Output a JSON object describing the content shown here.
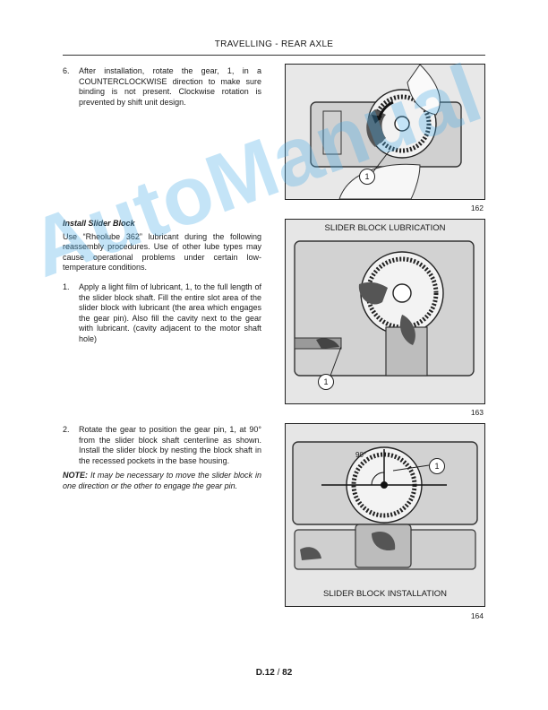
{
  "header": {
    "title": "TRAVELLING - REAR AXLE"
  },
  "step6": {
    "number": "6.",
    "text": "After installation, rotate the gear, 1, in a COUNTERCLOCKWISE direction to make sure binding is not present. Clockwise rotation is prevented by shift unit design."
  },
  "section": {
    "heading": "Install Slider Block",
    "intro": "Use “Rheolube 362” lubricant during the following reassembly procedures. Use of other lube types may cause operational problems under certain low-temperature conditions."
  },
  "step1": {
    "number": "1.",
    "text": "Apply a light film of lubricant, 1, to the full length of the slider block shaft. Fill the entire slot area of the slider block with lubricant (the area which engages the gear pin). Also fill the cavity next to the gear with lubricant. (cavity adjacent to the motor shaft hole)"
  },
  "step2": {
    "number": "2.",
    "text": "Rotate the gear to position the gear pin, 1, at 90° from the slider block shaft centerline as shown. Install the slider block by nesting the block shaft in the recessed pockets in the base housing."
  },
  "note": {
    "label": "NOTE:",
    "text": " It may be necessary to move the slider block in one direction or the other to engage the gear pin."
  },
  "figures": [
    {
      "number": "162",
      "callout": "1",
      "caption": ""
    },
    {
      "number": "163",
      "callout": "1",
      "caption": "SLIDER BLOCK LUBRICATION"
    },
    {
      "number": "164",
      "callout": "1",
      "caption": "SLIDER BLOCK INSTALLATION",
      "angle_label": "90°"
    }
  ],
  "watermark": "AutoManual",
  "page": {
    "section": "D.12",
    "separator": " / ",
    "number": "82"
  }
}
